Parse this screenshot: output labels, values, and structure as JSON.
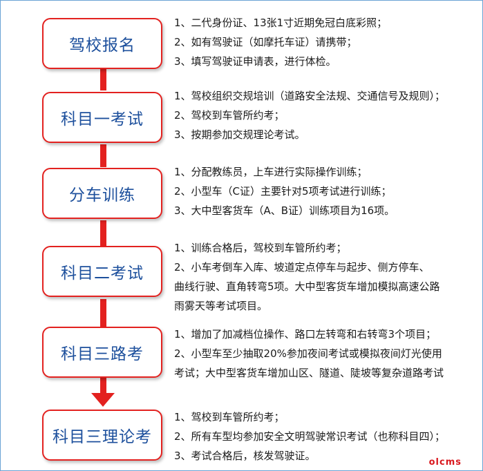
{
  "steps": [
    {
      "title": "驾校报名",
      "lines": [
        "1、二代身份证、13张1寸近期免冠白底彩照；",
        "2、如有驾驶证（如摩托车证）请携带；",
        "3、填写驾驶证申请表，进行体检。"
      ]
    },
    {
      "title": "科目一考试",
      "lines": [
        "1、驾校组织交规培训（道路安全法规、交通信号及规则）；",
        "2、驾校到车管所约考；",
        "3、按期参加交规理论考试。"
      ]
    },
    {
      "title": "分车训练",
      "lines": [
        "1、分配教练员，上车进行实际操作训练；",
        "2、小型车（C证）主要针对5项考试进行训练；",
        "3、大中型客货车（A、B证）训练项目为16项。"
      ]
    },
    {
      "title": "科目二考试",
      "lines": [
        "1、训练合格后，驾校到车管所约考；",
        "2、小车考倒车入库、坡道定点停车与起步、侧方停车、",
        "曲线行驶、直角转弯5项。大中型客货车增加模拟高速公路",
        "雨雾天等考试项目。"
      ]
    },
    {
      "title": "科目三路考",
      "lines": [
        "1、增加了加减档位操作、路口左转弯和右转弯3个项目；",
        "2、小型车至少抽取20%参加夜间考试或模拟夜间灯光使用",
        "考试；大中型客货车增加山区、隧道、陡坡等复杂道路考试"
      ]
    },
    {
      "title": "科目三理论考",
      "lines": [
        "1、驾校到车管所约考；",
        "2、所有车型均参加安全文明驾驶常识考试（也称科目四）；",
        "3、考试合格后，核发驾驶证。"
      ]
    }
  ],
  "watermark": "olcms",
  "colors": {
    "accent": "#e3211f",
    "title_text": "#1c4f9c",
    "frame": "#6aa3d5"
  }
}
